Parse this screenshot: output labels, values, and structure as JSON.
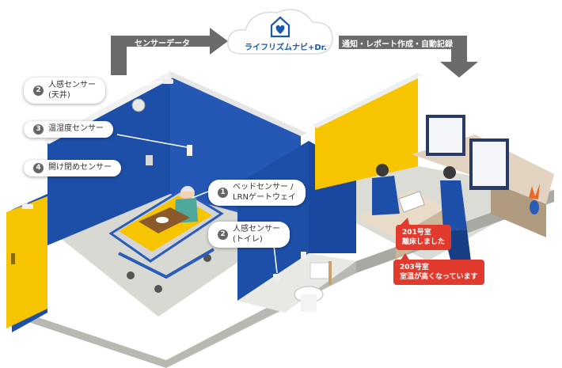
{
  "flow": {
    "sensor_data_label": "センサーデータ",
    "output_label": "通知・レポート作成・自動記録"
  },
  "cloud": {
    "name": "ライフリズムナビ+Dr.",
    "logo_icon": "heart-home-icon"
  },
  "labels": [
    {
      "num": "2",
      "text": "人感センサー\n(天井)"
    },
    {
      "num": "3",
      "text": "温湿度センサー"
    },
    {
      "num": "4",
      "text": "開け閉めセンサー"
    },
    {
      "num": "1",
      "text": "ベッドセンサー /\nLRNゲートウェイ"
    },
    {
      "num": "2",
      "text": "人感センサー\n(トイレ)"
    }
  ],
  "alerts": [
    {
      "text": "201号室\n離床しました"
    },
    {
      "text": "203号室\n室温が高くなっています"
    }
  ],
  "colors": {
    "wall_blue": "#1d4fa8",
    "wall_yellow": "#f7c400",
    "arrow_gray": "#6b6b6b",
    "alert_red": "#e23b2e",
    "floor": "#d7d7d2"
  }
}
